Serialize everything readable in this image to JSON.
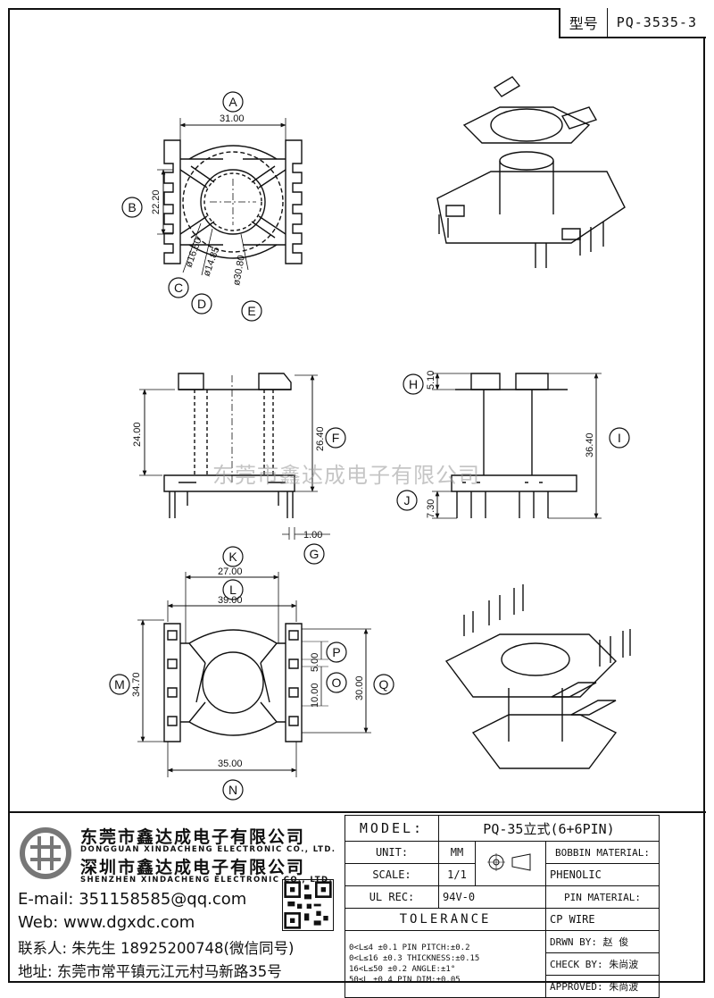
{
  "header": {
    "model_label": "型号",
    "model_value": "PQ-3535-3"
  },
  "watermark": "东莞市鑫达成电子有限公司",
  "views": {
    "top": {
      "dim_a": "31.00",
      "dim_b": "22.20",
      "dim_c": "ø16.50",
      "dim_d": "ø14.85",
      "dim_e": "ø30.80",
      "label_a": "A",
      "label_b": "B",
      "label_c": "C",
      "label_d": "D",
      "label_e": "E"
    },
    "side": {
      "dim_left_height": "24.00",
      "dim_f": "26.40",
      "dim_g": "1.00",
      "label_f": "F",
      "label_g": "G"
    },
    "front": {
      "dim_h": "5.10",
      "dim_i": "36.40",
      "dim_j": "7.30",
      "label_h": "H",
      "label_i": "I",
      "label_j": "J"
    },
    "bottom": {
      "dim_k": "27.00",
      "dim_l": "39.00",
      "dim_m": "34.70",
      "dim_n": "35.00",
      "dim_p": "5.00",
      "dim_o": "10.00",
      "dim_q": "30.00",
      "label_k": "K",
      "label_l": "L",
      "label_m": "M",
      "label_n": "N",
      "label_p": "P",
      "label_o": "O",
      "label_q": "Q"
    }
  },
  "company": {
    "name_cn_1": "东莞市鑫达成电子有限公司",
    "name_en_1": "DONGGUAN XINDACHENG ELECTRONIC CO., LTD.",
    "name_cn_2": "深圳市鑫达成电子有限公司",
    "name_en_2": "SHENZHEN XINDACHENG ELECTRONIC CO., LTD.",
    "email": "E-mail: 351158585@qq.com",
    "web": "Web: www.dgxdc.com",
    "contact": "联系人: 朱先生 18925200748(微信同号)",
    "address": "地址: 东莞市常平镇元江元村马新路35号"
  },
  "spec": {
    "model_label": "MODEL:",
    "model_value": "PQ-35立式(6+6PIN)",
    "unit_label": "UNIT:",
    "unit_value": "MM",
    "scale_label": "SCALE:",
    "scale_value": "1/1",
    "ulrec_label": "UL REC:",
    "ulrec_value": "94V-0",
    "tolerance_label": "TOLERANCE",
    "bobbin_label": "BOBBIN MATERIAL:",
    "bobbin_value": "PHENOLIC",
    "pin_label": "PIN MATERIAL:",
    "pin_value": "CP WIRE",
    "drwn_label": "DRWN BY:",
    "drwn_value": "赵 俊",
    "check_label": "CHECK BY:",
    "check_value": "朱尚波",
    "approved_label": "APPROVED:",
    "approved_value": "朱尚波",
    "tol_rows": [
      [
        "0<L≤4",
        "±0.1",
        "PIN PITCH:±0.2"
      ],
      [
        "0<L≤16",
        "±0.3",
        "THICKNESS:±0.15"
      ],
      [
        "16<L≤50",
        "±0.2",
        "ANGLE:±1°"
      ],
      [
        "50≤L",
        "±0.4",
        "PIN DIM:±0.05"
      ]
    ]
  }
}
